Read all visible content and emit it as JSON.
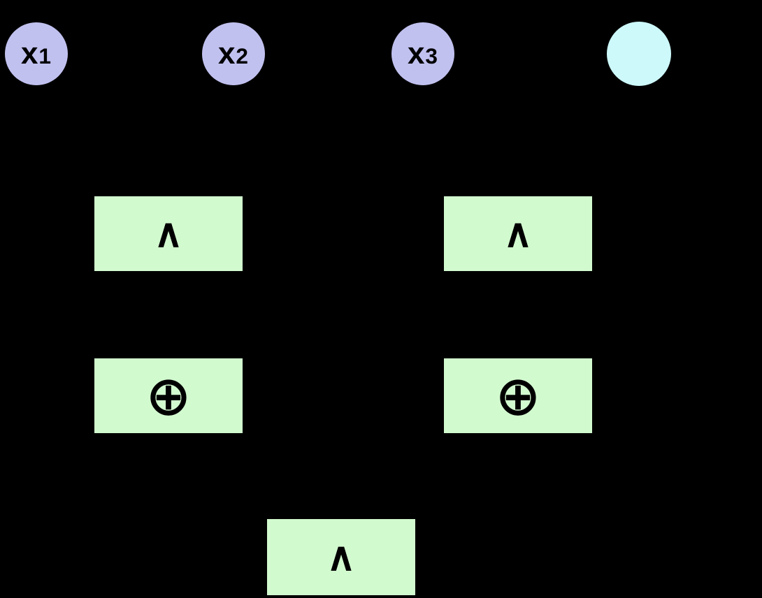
{
  "colors": {
    "background": "#000000",
    "input_node_fill": "#c1c1f0",
    "output_node_fill": "#cdf9fb",
    "gate_fill": "#d2facf",
    "symbol_color": "#000000"
  },
  "nodes": {
    "x1": {
      "base": "x",
      "sub": "1"
    },
    "x2": {
      "base": "x",
      "sub": "2"
    },
    "x3": {
      "base": "x",
      "sub": "3"
    }
  },
  "gates": {
    "and_left": {
      "symbol": "∧"
    },
    "xor_left": {
      "symbol": "⊕"
    },
    "and_right": {
      "symbol": "∧"
    },
    "xor_right": {
      "symbol": "⊕"
    },
    "and_bottom": {
      "symbol": "∧"
    }
  }
}
